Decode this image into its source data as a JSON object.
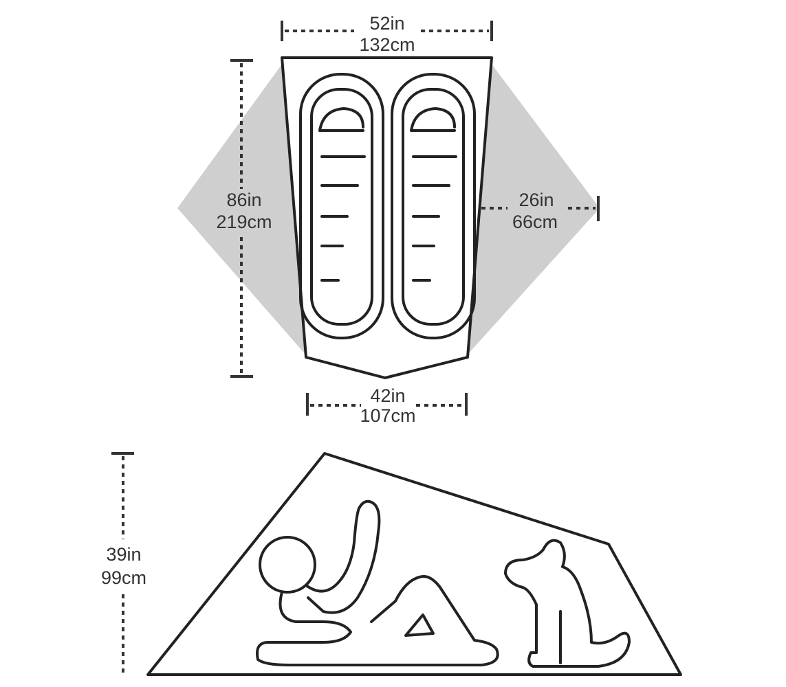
{
  "floor_plan": {
    "top_width": {
      "in": "52in",
      "cm": "132cm"
    },
    "length": {
      "in": "86in",
      "cm": "219cm"
    },
    "vestibule_depth": {
      "in": "26in",
      "cm": "66cm"
    },
    "bottom_width": {
      "in": "42in",
      "cm": "107cm"
    }
  },
  "side_view": {
    "height": {
      "in": "39in",
      "cm": "99cm"
    }
  },
  "colors": {
    "line": "#222222",
    "vestibule": "#cfcfcf"
  }
}
